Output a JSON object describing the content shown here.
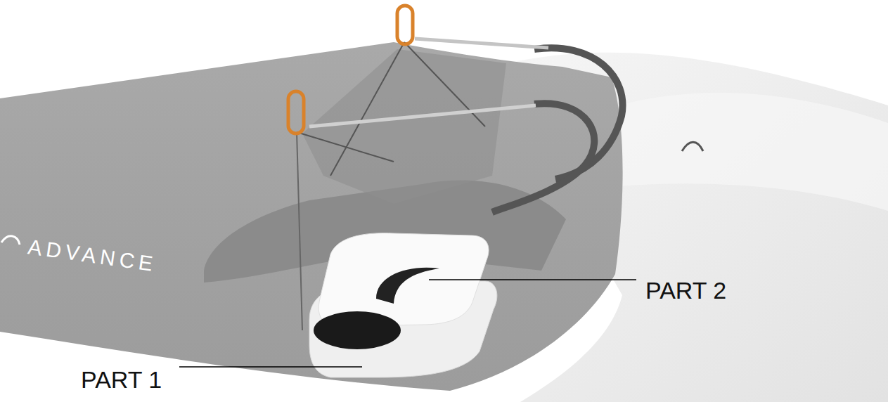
{
  "diagram": {
    "labels": [
      "ADVANCE",
      "PART 2",
      "PART 1"
    ]
  }
}
